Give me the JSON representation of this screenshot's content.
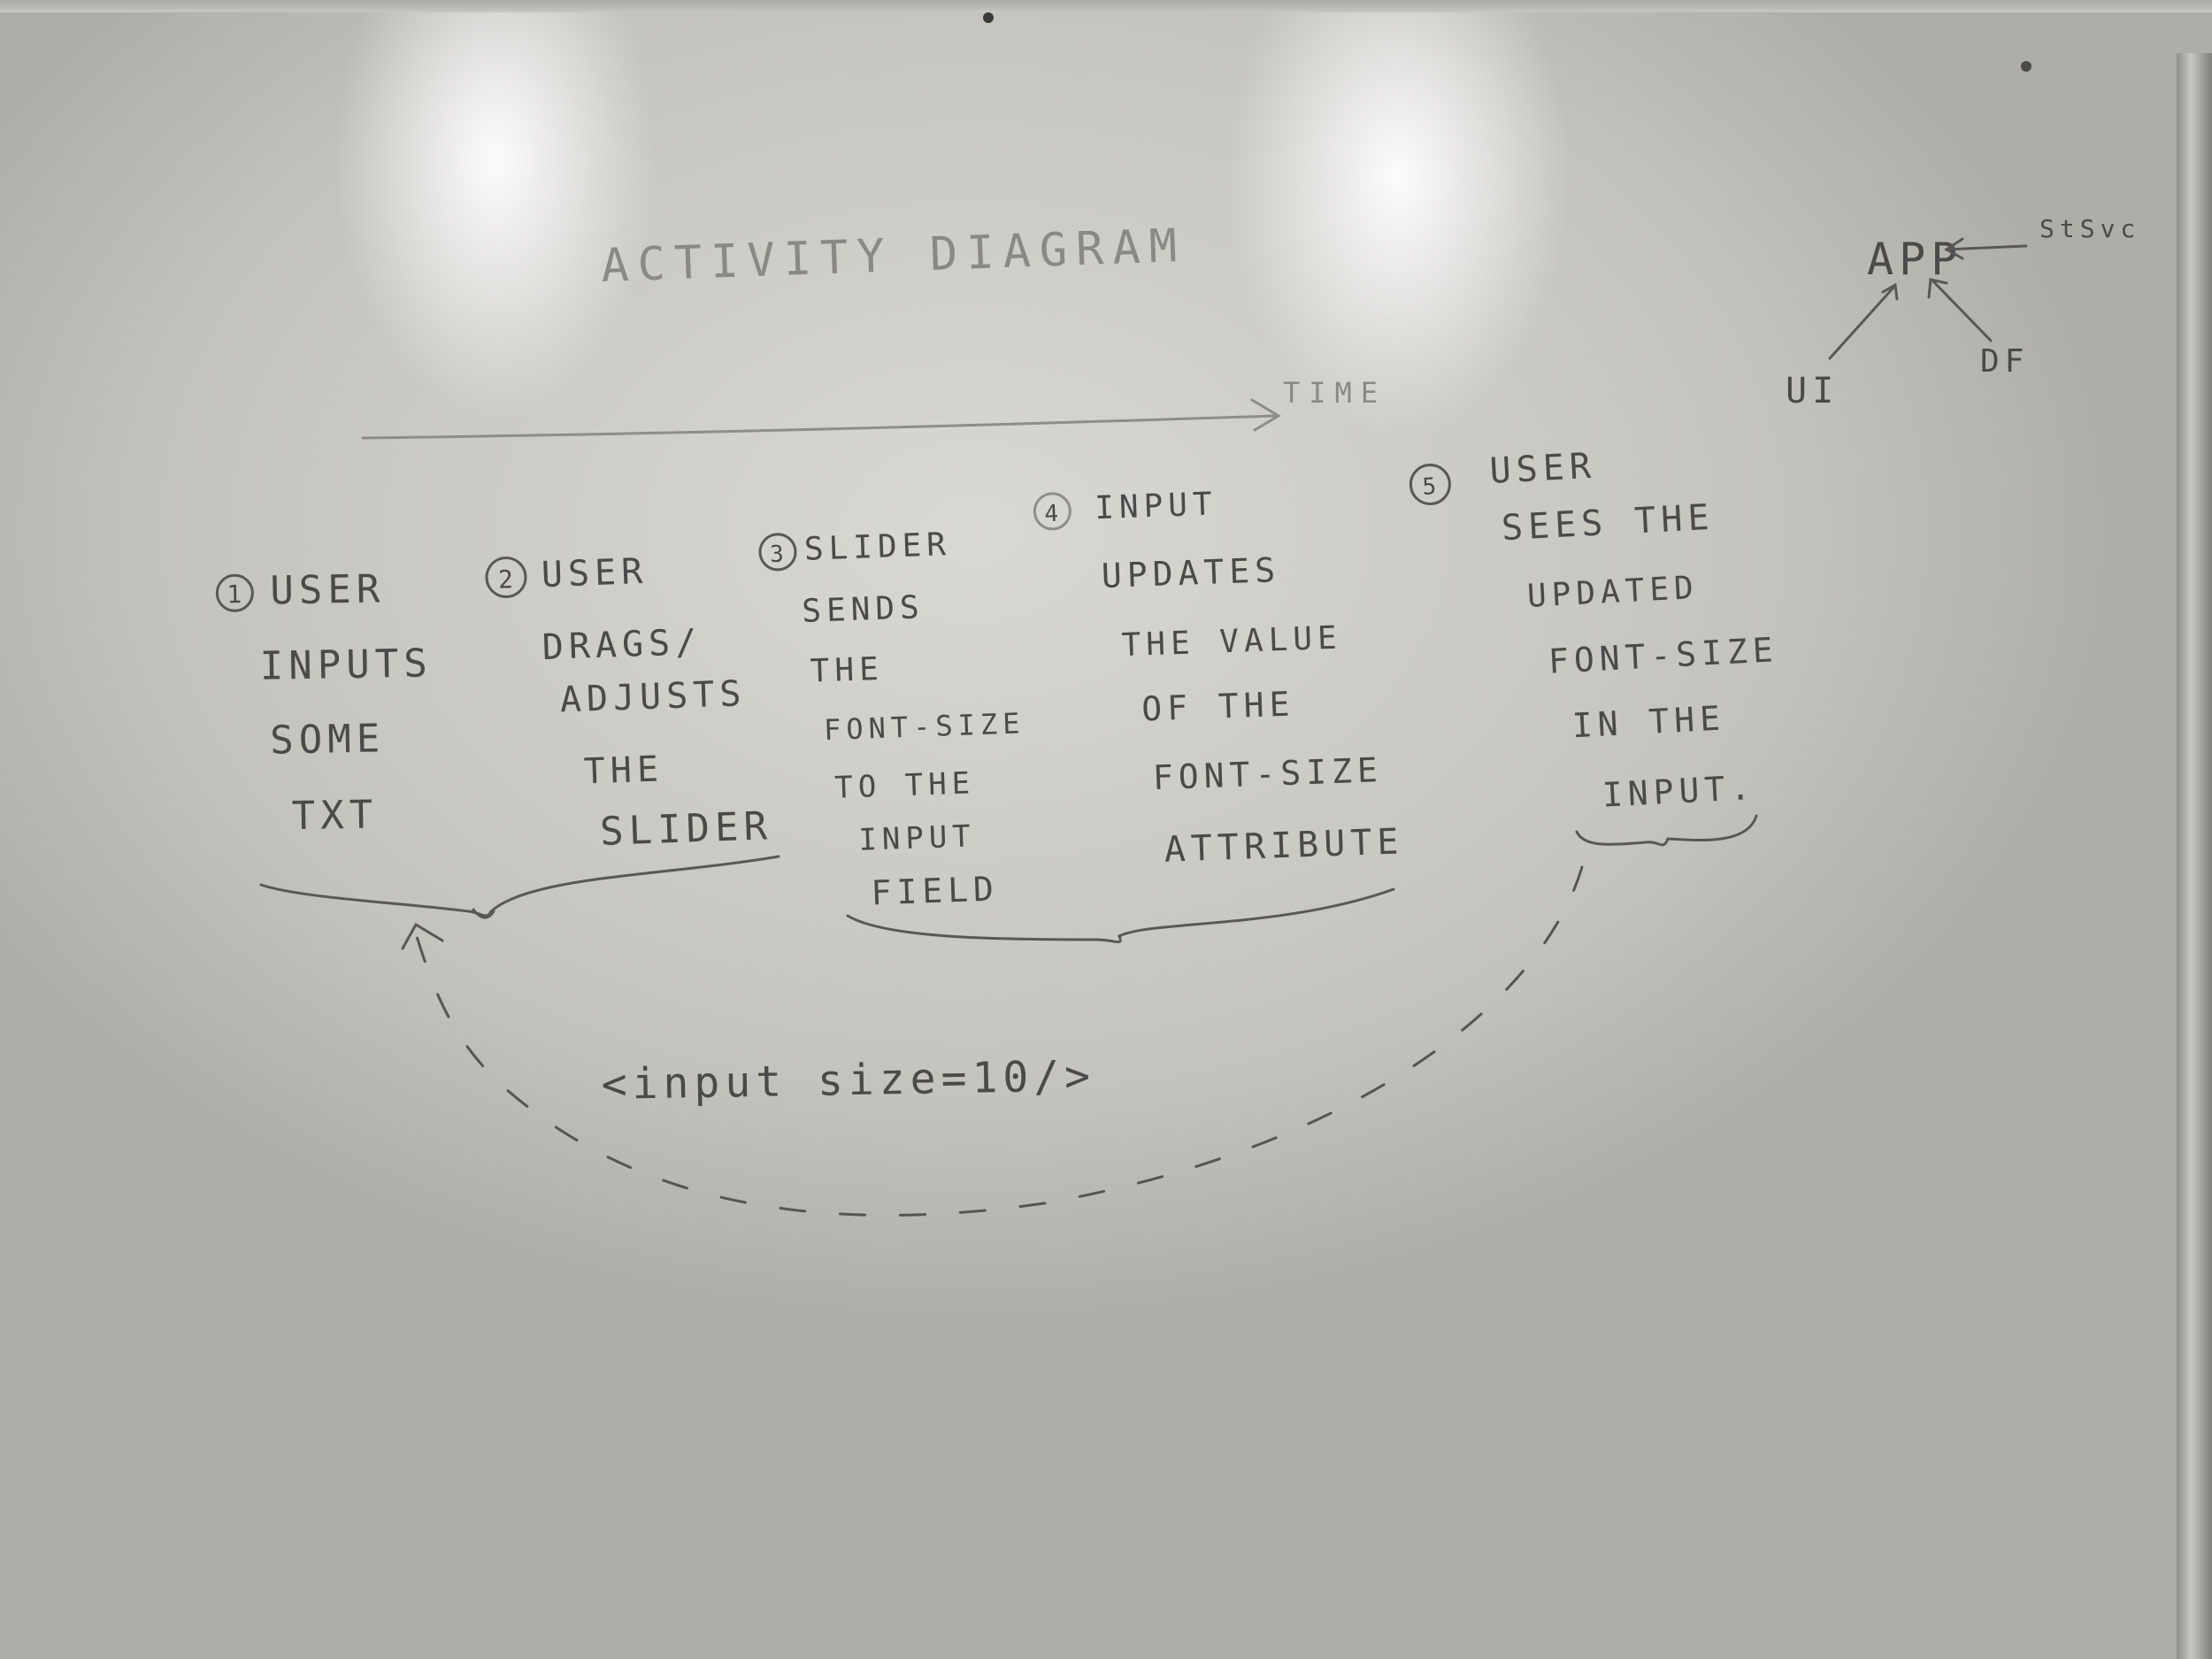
{
  "title": "ACTIVITY DIAGRAM",
  "time_label": "TIME",
  "steps": [
    {
      "number": "1",
      "lines": [
        "USER",
        "INPUTS",
        "SOME",
        "TXT"
      ]
    },
    {
      "number": "2",
      "lines": [
        "USER",
        "DRAGS/",
        "ADJUSTS",
        "THE",
        "SLIDER"
      ]
    },
    {
      "number": "3",
      "lines": [
        "SLIDER",
        "SENDS",
        "THE",
        "FONT-SIZE",
        "TO THE",
        "INPUT",
        "FIELD"
      ]
    },
    {
      "number": "4",
      "lines": [
        "INPUT",
        "UPDATES",
        "THE VALUE",
        "OF THE",
        "FONT-SIZE",
        "ATTRIBUTE"
      ]
    },
    {
      "number": "5",
      "lines": [
        "USER",
        "SEES THE",
        "UPDATED",
        "FONT-SIZE",
        "IN THE",
        "INPUT."
      ]
    }
  ],
  "code_note": "<input size=10/>",
  "corner_diagram": {
    "app": "APP",
    "stsvc": "StSvc",
    "ui": "UI",
    "df": "DF"
  },
  "colors": {
    "ink": "#4a4a48",
    "board": "#d2d1cb"
  }
}
